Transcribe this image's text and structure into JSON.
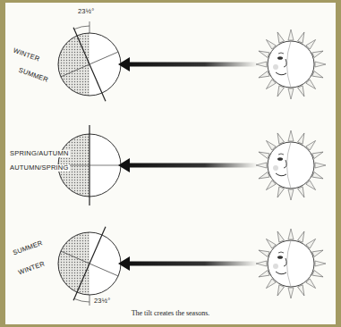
{
  "diagram": {
    "caption": "The tilt creates the seasons.",
    "labels": [
      "23½°",
      "WINTER",
      "SUMMER",
      "SPRING/AUTUMN",
      "AUTUMN/SPRING",
      "SUMMER",
      "WINTER",
      "23½°"
    ]
  }
}
